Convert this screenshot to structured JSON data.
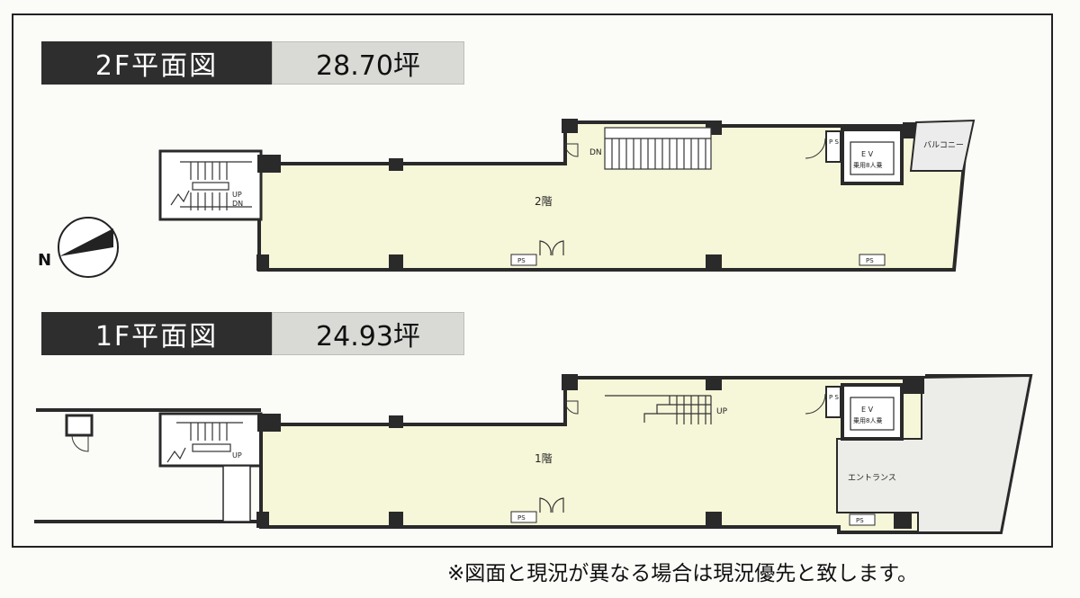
{
  "floor2": {
    "title": "2F平面図",
    "area": "28.70坪",
    "room_label": "2階",
    "dn_label": "DN",
    "dn_label_stair": "DN",
    "up_label_stair": "UP",
    "ev_title": "E V",
    "ev_capacity": "乗用8人乗",
    "ps_label": "P S",
    "ps_label_b": "PS",
    "ps_label_c": "PS",
    "balcony_label": "バルコニー"
  },
  "floor1": {
    "title": "1F平面図",
    "area": "24.93坪",
    "room_label": "1階",
    "up_label": "UP",
    "up_label_stair": "UP",
    "ev_title": "E V",
    "ev_capacity": "乗用8人乗",
    "ps_label": "P S",
    "ps_label_b": "PS",
    "ps_label_c": "PS",
    "entrance_label": "エントランス"
  },
  "compass": {
    "label": "N"
  },
  "disclaimer": "※図面と現況が異なる場合は現況優先と致します。",
  "colors": {
    "floor_fill": "#f6f6d8",
    "wall": "#2a2a2a",
    "title_dark": "#2e2e2e",
    "title_light": "#d9d9d6",
    "entrance_fill": "#ecece8"
  }
}
